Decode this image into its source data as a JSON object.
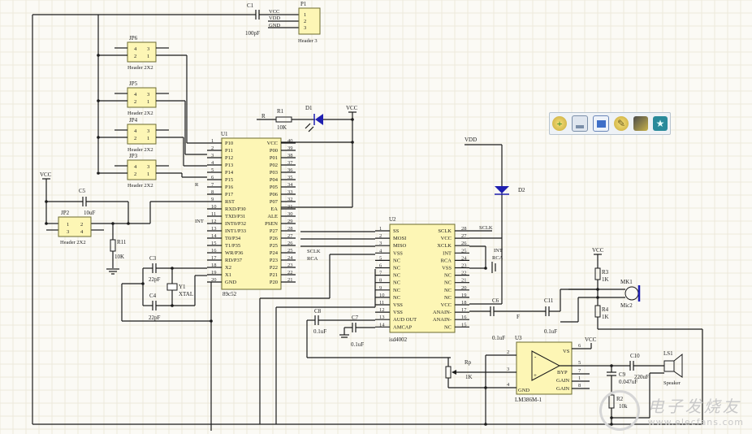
{
  "toolbar": {
    "buttons": [
      {
        "icon": "add-smiley-icon",
        "label": "add"
      },
      {
        "icon": "save-disk-icon",
        "label": "save"
      },
      {
        "icon": "monitor-icon",
        "label": "screen"
      },
      {
        "icon": "smiley-edit-icon",
        "label": "edit"
      },
      {
        "icon": "image-folder-icon",
        "label": "image"
      },
      {
        "icon": "star-icon",
        "label": "favorite"
      }
    ]
  },
  "watermark": {
    "chinese": "电子发烧友",
    "url": "www.elecfans.com"
  },
  "schematic": {
    "p1": {
      "ref": "P1",
      "name": "Header 3",
      "pins": [
        "1",
        "2",
        "3"
      ],
      "nets": [
        "VCC",
        "VDD",
        "GND"
      ]
    },
    "c1": {
      "ref": "C1",
      "value": "100pF"
    },
    "headers": [
      {
        "ref": "JP6",
        "name": "Header 2X2",
        "pins": [
          "4",
          "3",
          "2",
          "1"
        ]
      },
      {
        "ref": "JP5",
        "name": "Header 2X2",
        "pins": [
          "4",
          "3",
          "2",
          "1"
        ]
      },
      {
        "ref": "JP4",
        "name": "Header 2X2",
        "pins": [
          "4",
          "3",
          "2",
          "1"
        ]
      },
      {
        "ref": "JP3",
        "name": "Header 2X2",
        "pins": [
          "4",
          "3",
          "2",
          "1"
        ]
      },
      {
        "ref": "JP2",
        "name": "Header 2X2",
        "pins": [
          "1",
          "2",
          "3",
          "4"
        ]
      }
    ],
    "r1": {
      "ref": "R1",
      "value": "10K",
      "net": "R"
    },
    "d1": {
      "ref": "D1",
      "net": "VCC"
    },
    "d2": {
      "ref": "D2",
      "net": "VDD"
    },
    "u1": {
      "ref": "U1",
      "part": "89c52",
      "left_pins": [
        {
          "n": "1",
          "name": "P10"
        },
        {
          "n": "2",
          "name": "P11"
        },
        {
          "n": "3",
          "name": "P12"
        },
        {
          "n": "4",
          "name": "P13"
        },
        {
          "n": "5",
          "name": "P14"
        },
        {
          "n": "6",
          "name": "P15"
        },
        {
          "n": "7",
          "name": "P16"
        },
        {
          "n": "8",
          "name": "P17"
        },
        {
          "n": "9",
          "name": "RST"
        },
        {
          "n": "10",
          "name": "RXD/P30"
        },
        {
          "n": "11",
          "name": "TXD/P31"
        },
        {
          "n": "12",
          "name": "INT0/P32"
        },
        {
          "n": "13",
          "name": "INT1/P33"
        },
        {
          "n": "14",
          "name": "T0/P34"
        },
        {
          "n": "15",
          "name": "T1/P35"
        },
        {
          "n": "16",
          "name": "WR/P36"
        },
        {
          "n": "17",
          "name": "RD/P37"
        },
        {
          "n": "18",
          "name": "X2"
        },
        {
          "n": "19",
          "name": "X1"
        },
        {
          "n": "20",
          "name": "GND"
        }
      ],
      "right_pins": [
        {
          "n": "40",
          "name": "VCC"
        },
        {
          "n": "39",
          "name": "P00"
        },
        {
          "n": "38",
          "name": "P01"
        },
        {
          "n": "37",
          "name": "P02"
        },
        {
          "n": "36",
          "name": "P03"
        },
        {
          "n": "35",
          "name": "P04"
        },
        {
          "n": "34",
          "name": "P05"
        },
        {
          "n": "33",
          "name": "P06"
        },
        {
          "n": "32",
          "name": "P07"
        },
        {
          "n": "31",
          "name": "EA"
        },
        {
          "n": "30",
          "name": "ALE"
        },
        {
          "n": "29",
          "name": "PSEN"
        },
        {
          "n": "28",
          "name": "P27"
        },
        {
          "n": "27",
          "name": "P26"
        },
        {
          "n": "26",
          "name": "P25"
        },
        {
          "n": "25",
          "name": "P24"
        },
        {
          "n": "24",
          "name": "P23"
        },
        {
          "n": "23",
          "name": "P22"
        },
        {
          "n": "22",
          "name": "P21"
        },
        {
          "n": "21",
          "name": "P20"
        }
      ],
      "net_labels": {
        "pin7": "R",
        "pin12": "INT",
        "pin25": "SCLK",
        "pin24": "RCA"
      }
    },
    "u2": {
      "ref": "U2",
      "part": "isd4002",
      "left_pins": [
        {
          "n": "1",
          "name": "SS"
        },
        {
          "n": "2",
          "name": "MOSI"
        },
        {
          "n": "3",
          "name": "MISO"
        },
        {
          "n": "4",
          "name": "VSS"
        },
        {
          "n": "5",
          "name": "NC"
        },
        {
          "n": "6",
          "name": "NC"
        },
        {
          "n": "7",
          "name": "NC"
        },
        {
          "n": "8",
          "name": "NC"
        },
        {
          "n": "9",
          "name": "NC"
        },
        {
          "n": "10",
          "name": "NC"
        },
        {
          "n": "11",
          "name": "VSS"
        },
        {
          "n": "12",
          "name": "VSS"
        },
        {
          "n": "13",
          "name": "AUD OUT"
        },
        {
          "n": "14",
          "name": "AMCAP"
        }
      ],
      "right_pins": [
        {
          "n": "28",
          "name": "SCLK"
        },
        {
          "n": "27",
          "name": "VCC"
        },
        {
          "n": "26",
          "name": "XCLK"
        },
        {
          "n": "25",
          "name": "INT"
        },
        {
          "n": "24",
          "name": "RCA"
        },
        {
          "n": "23",
          "name": "VSS"
        },
        {
          "n": "22",
          "name": "NC"
        },
        {
          "n": "21",
          "name": "NC"
        },
        {
          "n": "20",
          "name": "NC"
        },
        {
          "n": "19",
          "name": "NC"
        },
        {
          "n": "18",
          "name": "VCC"
        },
        {
          "n": "17",
          "name": "ANAIN-"
        },
        {
          "n": "16",
          "name": "ANAIN-"
        },
        {
          "n": "15",
          "name": "NC"
        }
      ],
      "net_labels": {
        "sclk": "SCLK",
        "int": "INT",
        "rca": "RCA"
      }
    },
    "u3": {
      "ref": "U3",
      "part": "LM386M-1",
      "pins": [
        {
          "n": "2",
          "name": "-"
        },
        {
          "n": "3",
          "name": "+"
        },
        {
          "n": "4",
          "name": "GND"
        },
        {
          "n": "6",
          "name": "VS"
        },
        {
          "n": "5",
          "name": ""
        },
        {
          "n": "7",
          "name": "BYP"
        },
        {
          "n": "1",
          "name": "GAIN"
        },
        {
          "n": "8",
          "name": "GAIN"
        }
      ],
      "vcc": "VCC"
    },
    "c5": {
      "ref": "C5",
      "value": "10uF"
    },
    "r11": {
      "ref": "R11",
      "value": "10K"
    },
    "c3": {
      "ref": "C3",
      "value": "22pF"
    },
    "c4": {
      "ref": "C4",
      "value": "22pF"
    },
    "y1": {
      "ref": "Y1",
      "value": "XTAL"
    },
    "c8": {
      "ref": "C8",
      "value": "0.1uF"
    },
    "c7": {
      "ref": "C7",
      "value": "0.1uF"
    },
    "c6": {
      "ref": "C6",
      "value": "0.1uF"
    },
    "c11": {
      "ref": "C11",
      "value": "0.1uF"
    },
    "f_net": "F",
    "r3": {
      "ref": "R3",
      "value": "1K",
      "net": "VCC"
    },
    "r4": {
      "ref": "R4",
      "value": "1K"
    },
    "mk1": {
      "ref": "MK1",
      "name": "Mic2"
    },
    "rp": {
      "ref": "Rp",
      "value": "1K"
    },
    "c10": {
      "ref": "C10",
      "value": "220uF"
    },
    "c9": {
      "ref": "C9",
      "value": "0.047uF"
    },
    "r2": {
      "ref": "R2",
      "value": "10k"
    },
    "ls1": {
      "ref": "LS1",
      "name": "Speaker"
    },
    "vcc_left": "VCC"
  }
}
